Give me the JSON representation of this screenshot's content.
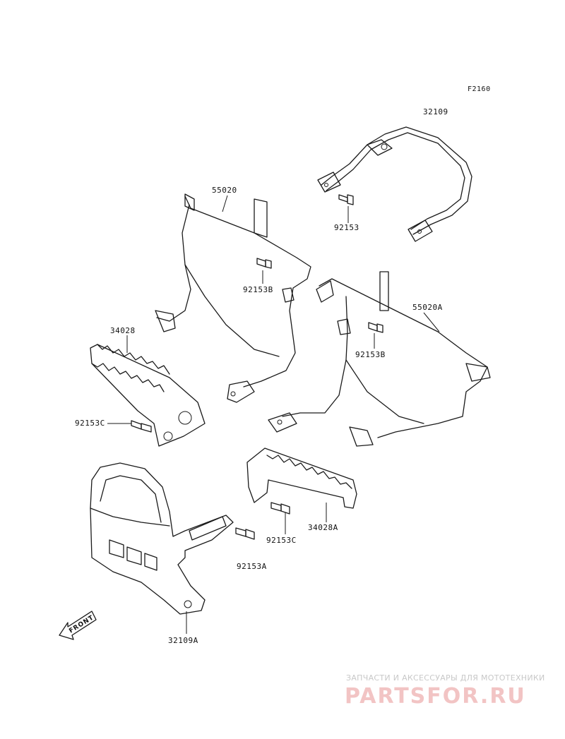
{
  "figure_id": "F2160",
  "parts": {
    "p32109": "32109",
    "p92153": "92153",
    "p55020": "55020",
    "p92153B_left": "92153B",
    "p55020A": "55020A",
    "p92153B_right": "92153B",
    "p34028": "34028",
    "p92153C_left": "92153C",
    "p92153C_right": "92153C",
    "p34028A": "34028A",
    "p92153A": "92153A",
    "p32109A": "32109A"
  },
  "front_arrow_label": "FRONT",
  "watermark": {
    "tagline": "ЗАПЧАСТИ И АКСЕССУАРЫ ДЛЯ МОТОТЕХНИКИ",
    "brand": "PARTSFOR.RU",
    "brand_color": "#e88f8f"
  }
}
